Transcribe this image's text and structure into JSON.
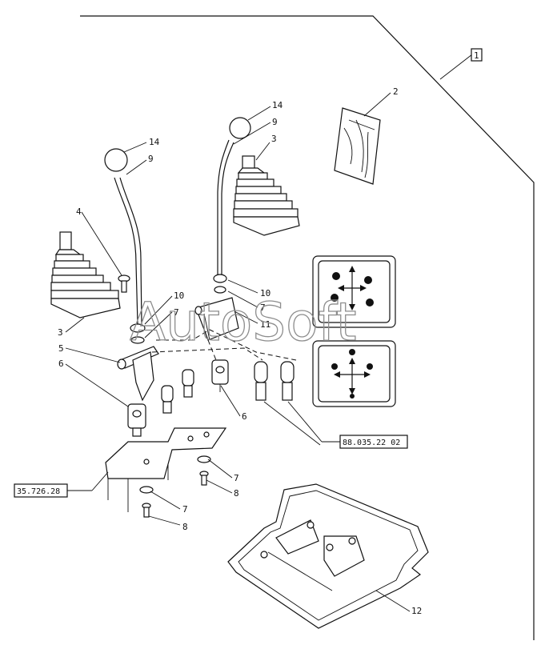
{
  "callouts": {
    "c1": "1",
    "c2": "2",
    "c3a": "3",
    "c3b": "3",
    "c4": "4",
    "c5": "5",
    "c6a": "6",
    "c6b": "6",
    "c7a": "7",
    "c7b": "7",
    "c7c": "7",
    "c7d": "7",
    "c8a": "8",
    "c8b": "8",
    "c9a": "9",
    "c9b": "9",
    "c10a": "10",
    "c10b": "10",
    "c11": "11",
    "c12": "12",
    "c14a": "14",
    "c14b": "14"
  },
  "references": {
    "ref_a": "88.035.22 02",
    "ref_b": "35.726.28"
  },
  "watermark": "AutoSoft"
}
